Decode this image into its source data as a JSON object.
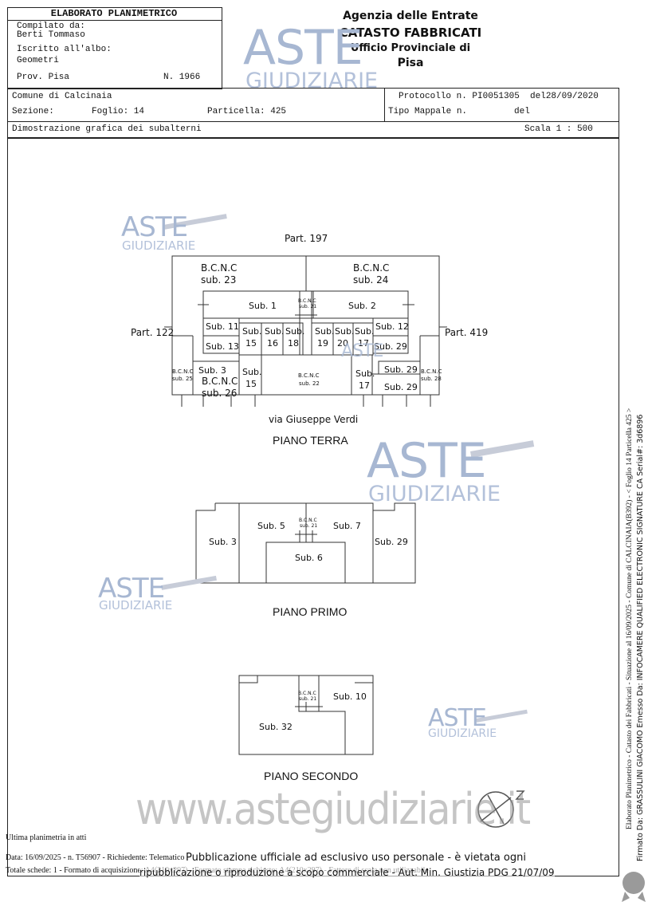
{
  "header": {
    "title": "ELABORATO PLANIMETRICO",
    "compilato_label": "Compilato da:",
    "compilato_name": "Berti Tommaso",
    "iscritto_label": "Iscritto all'albo:",
    "iscritto_value": "Geometri",
    "prov": "Prov. Pisa",
    "numero": "N. 1966",
    "agency_line1": "Agenzia delle Entrate",
    "agency_line2": "CATASTO FABBRICATI",
    "agency_line3": "Ufficio Provinciale di",
    "agency_line4": "Pisa"
  },
  "info": {
    "comune": "Comune di Calcinaia",
    "protocollo": "Protocollo n. PI0051305  del28/09/2020",
    "sezione": "Sezione:",
    "foglio": "Foglio: 14",
    "particella": "Particella: 425",
    "tipo_mappale": "Tipo Mappale n.",
    "tipo_del": "del",
    "dimostrazione": "Dimostrazione grafica dei subalterni",
    "scala": "Scala 1 : 500"
  },
  "plan_terra": {
    "part_top": "Part. 197",
    "part_left": "Part. 122",
    "part_right": "Part. 419",
    "street": "via Giuseppe Verdi",
    "title": "PIANO TERRA",
    "bcnc": "B.C.N.C",
    "sub23": "sub. 23",
    "sub24": "sub. 24",
    "sub1": "Sub. 1",
    "sub2": "Sub. 2",
    "sub21": "sub. 21",
    "sub11": "Sub. 11",
    "sub12": "Sub. 12",
    "sub13": "Sub. 13",
    "sub29": "Sub. 29",
    "sub": "Sub.",
    "n15": "15",
    "n16": "16",
    "n18": "18",
    "n19": "19",
    "n20": "20",
    "n17": "17",
    "sub3": "Sub. 3",
    "sub26": "sub. 26",
    "sub22": "sub. 22",
    "sub25": "sub. 25",
    "sub28": "sub. 28"
  },
  "plan_primo": {
    "title": "PIANO PRIMO",
    "sub3": "Sub. 3",
    "sub5": "Sub. 5",
    "sub6": "Sub. 6",
    "sub7": "Sub. 7",
    "sub29": "Sub. 29",
    "bcnc": "B.C.N.C",
    "sub21": "sub. 21"
  },
  "plan_secondo": {
    "title": "PIANO SECONDO",
    "sub10": "Sub. 10",
    "sub32": "Sub. 32",
    "bcnc": "B.C.N.C",
    "sub21": "sub. 21"
  },
  "watermark": {
    "aste": "ASTE",
    "giudiziarie": "GIUDIZIARIE",
    "website": "www.astegiudiziarie.it"
  },
  "footer": {
    "ultima": "Ultima planimetria in atti",
    "data_line": "Data: 16/09/2025 - n. T56907 - Richiedente: Telematico",
    "totale_line": "Totale schede: 1 - Formato di acquisizione: A4(210x297) - Formato stampa richiesto: A4(210x297) - Fattore di scala non utilizzabile",
    "notice_line1": "Pubblicazione ufficiale ad esclusivo uso personale - è vietata ogni",
    "notice_line2": "ripubblicazione o riproduzione a scopo commerciale - Aut. Min. Giustizia PDG 21/07/09",
    "side_line1": "Elaborato Planimetrico - Catasto dei Fabbricati - Situazione al 16/09/2025 - Comune di CALCINAIA(B392) - < Foglio 14 Particella 425 >",
    "side_line2": "Firmato Da: GRASSULINI GIACOMO Emesso Da: INFOCAMERE QUALIFIED ELECTRONIC SIGNATURE CA Serial#: 3d6896"
  }
}
